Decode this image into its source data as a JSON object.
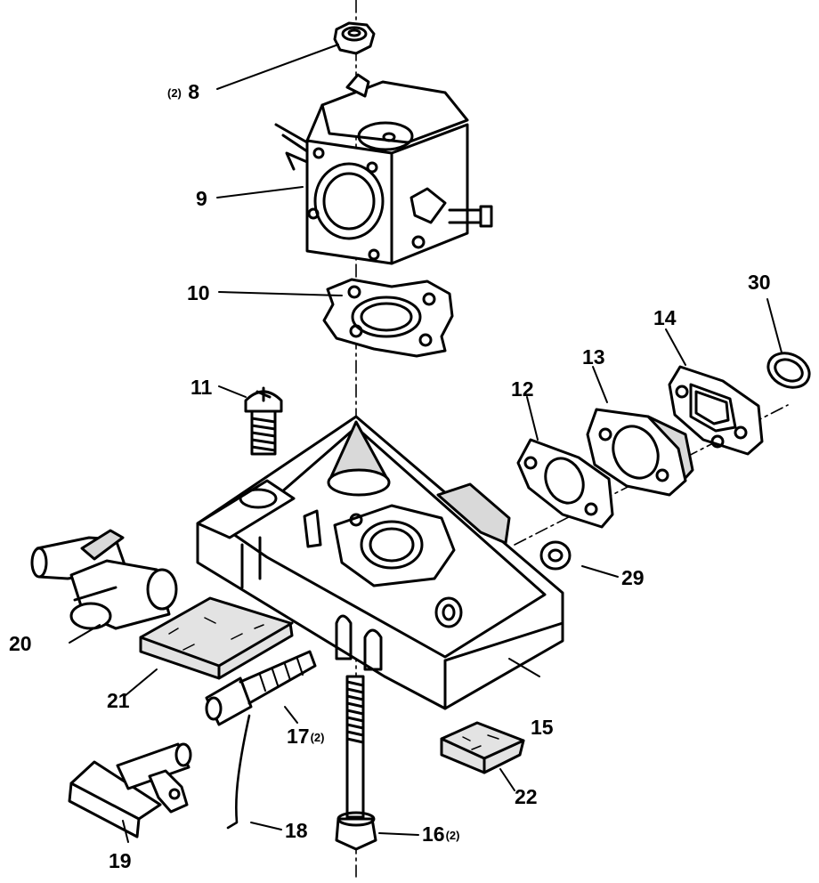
{
  "labels": {
    "p8": {
      "number": "8",
      "qty": "(2)"
    },
    "p9": {
      "number": "9"
    },
    "p10": {
      "number": "10"
    },
    "p11": {
      "number": "11"
    },
    "p12": {
      "number": "12"
    },
    "p13": {
      "number": "13"
    },
    "p14": {
      "number": "14"
    },
    "p15": {
      "number": "15"
    },
    "p16": {
      "number": "16",
      "qty": "(2)"
    },
    "p17": {
      "number": "17",
      "qty": "(2)"
    },
    "p18": {
      "number": "18"
    },
    "p19": {
      "number": "19"
    },
    "p20": {
      "number": "20"
    },
    "p21": {
      "number": "21"
    },
    "p22": {
      "number": "22"
    },
    "p29": {
      "number": "29"
    },
    "p30": {
      "number": "30"
    }
  },
  "colors": {
    "ink": "#000000",
    "paper": "#ffffff",
    "shade": "#d9d9d9"
  }
}
